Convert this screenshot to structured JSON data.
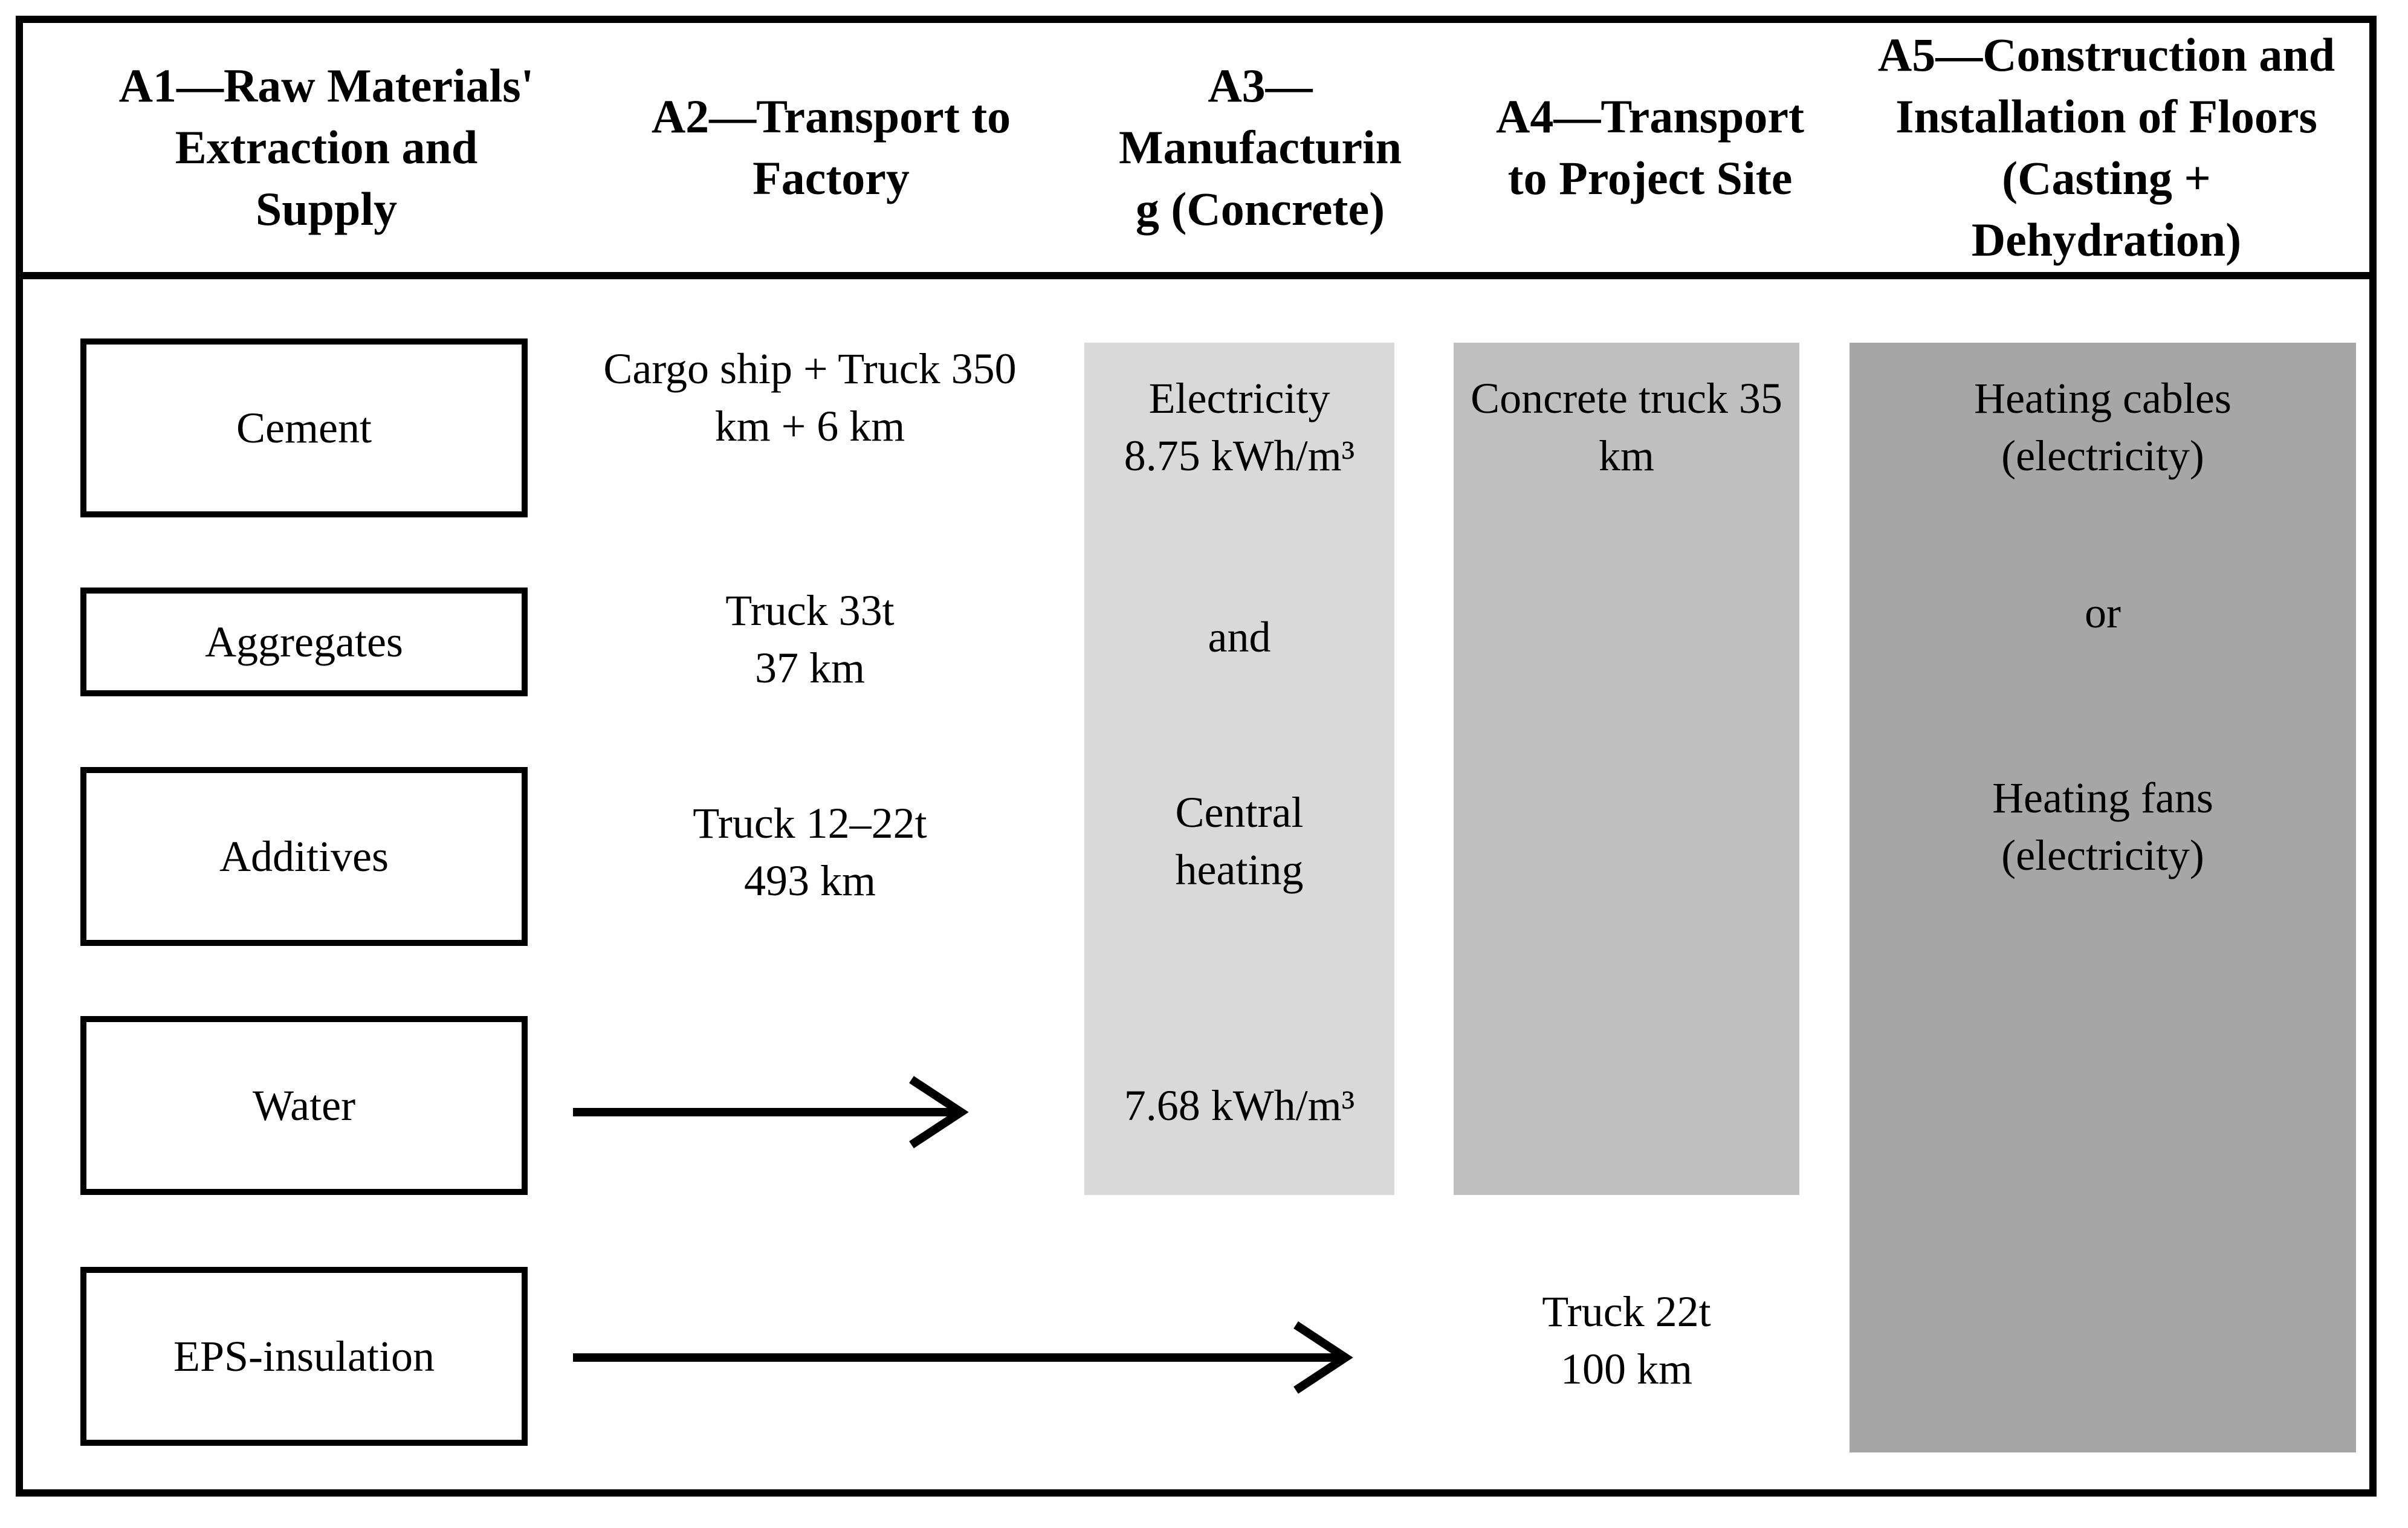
{
  "diagram": {
    "title_meaning": "Life cycle stages of concrete floor production",
    "colors": {
      "a3_panel_bg": "#d9d9d9",
      "a4_panel_bg": "#bfbfbf",
      "a5_panel_bg": "#a6a6a6",
      "line_color": "#000000"
    },
    "stages": [
      {
        "id": "A1",
        "label": "A1—Raw Materials'\nExtraction and\nSupply"
      },
      {
        "id": "A2",
        "label": "A2—Transport to\nFactory"
      },
      {
        "id": "A3",
        "label": "A3—\nManufacturin\ng (Concrete)"
      },
      {
        "id": "A4",
        "label": "A4—Transport\nto Project Site"
      },
      {
        "id": "A5",
        "label": "A5—Construction and\nInstallation of Floors\n(Casting +\nDehydration)"
      }
    ],
    "a1": {
      "materials": [
        {
          "label": "Cement"
        },
        {
          "label": "Aggregates"
        },
        {
          "label": "Additives"
        },
        {
          "label": "Water"
        },
        {
          "label": "EPS-insulation"
        }
      ]
    },
    "a2": {
      "cement_route": "Cargo ship + Truck 350\nkm + 6 km",
      "aggregates_route": "Truck 33t\n37 km",
      "additives_route": "Truck 12–22t\n493 km"
    },
    "a3": {
      "electricity": "Electricity\n8.75 kWh/m³",
      "joiner": "and",
      "central_heating": "Central\nheating",
      "water_energy": "7.68 kWh/m³"
    },
    "a4": {
      "concrete_route": "Concrete truck 35\nkm",
      "eps_route": "Truck 22t\n100 km"
    },
    "a5": {
      "option1": "Heating cables\n(electricity)",
      "joiner": "or",
      "option2": "Heating fans\n(electricity)"
    }
  }
}
